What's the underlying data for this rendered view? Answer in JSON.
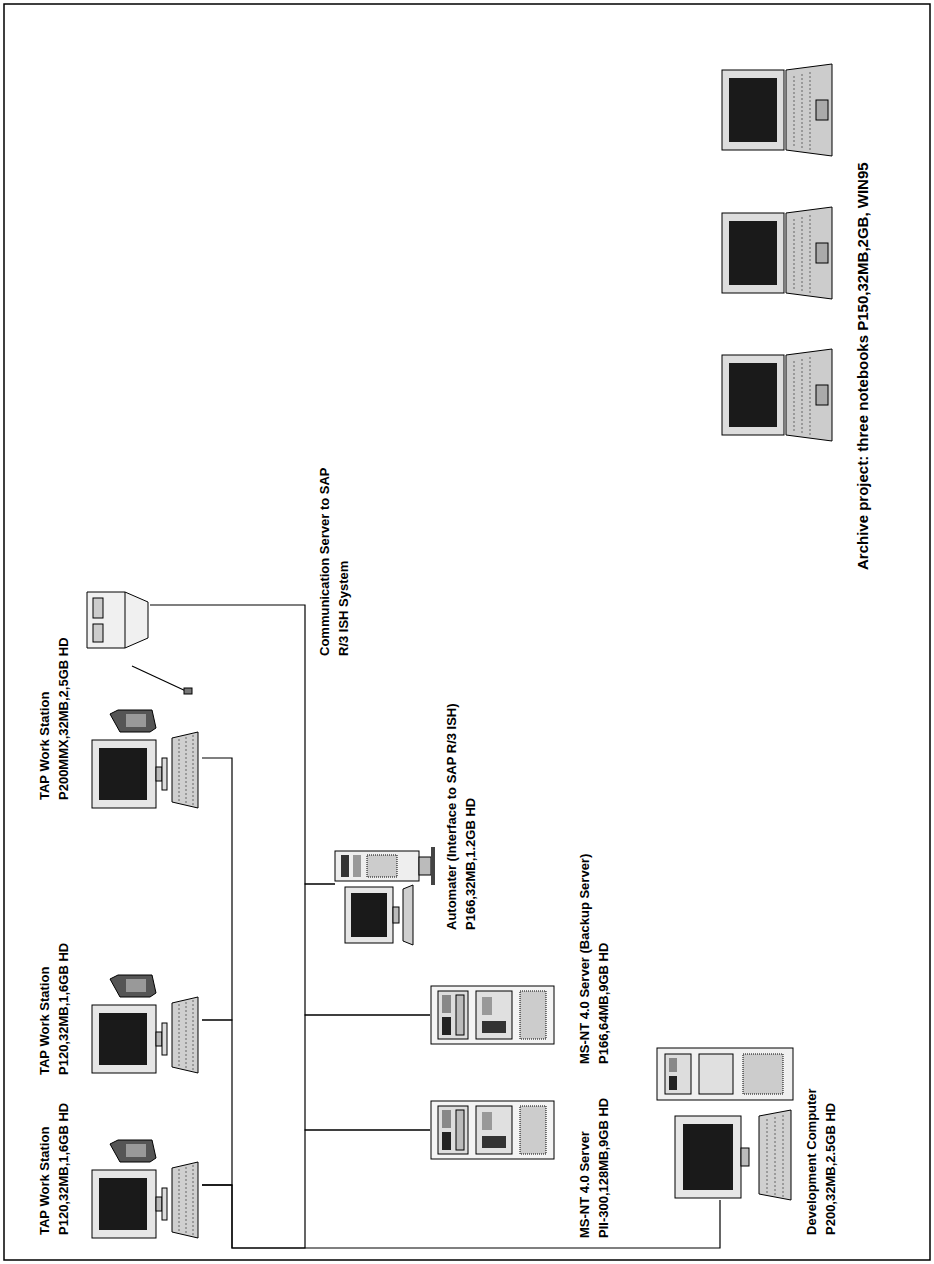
{
  "diagram": {
    "nodes": [
      {
        "text": [
          "TAP Work Station",
          "P120,32MB,1,6GB HD"
        ]
      },
      {
        "text": [
          "TAP Work Station",
          "P120,32MB,1,6GB HD"
        ]
      },
      {
        "text": [
          "TAP Work Station",
          "P200MMX,32MB,2,5GB HD"
        ]
      },
      {
        "text": [
          "MS-NT 4.0 Server",
          "PII-300,128MB,9GB HD"
        ]
      },
      {
        "text": [
          "MS-NT 4.0 Server (Backup Server)",
          "P166,64MB,9GB HD"
        ]
      },
      {
        "text": [
          "Automater (Interface to SAP R/3 ISH)",
          "P166,32MB,1.2GB HD"
        ]
      },
      {
        "text": [
          "Communication Server to SAP R/3 ISH System"
        ]
      },
      {
        "text": [
          "Development Computer",
          "P200,32MB,2.5GB HD"
        ]
      },
      {
        "text": [
          "Archive project: three notebooks P150,32MB,2GB, WIN95"
        ]
      }
    ],
    "edges": [
      {
        "from": 0,
        "to": 1,
        "arrow": "none"
      },
      {
        "from": 1,
        "to": 2,
        "arrow": "none"
      },
      {
        "from": 0,
        "to": 3,
        "arrow": "none"
      },
      {
        "from": 3,
        "to": 4,
        "arrow": "none"
      },
      {
        "from": 4,
        "to": 5,
        "arrow": "none"
      },
      {
        "from": 5,
        "to": 6,
        "arrow": "none"
      },
      {
        "from": 0,
        "to": 7,
        "arrow": "none"
      }
    ]
  }
}
